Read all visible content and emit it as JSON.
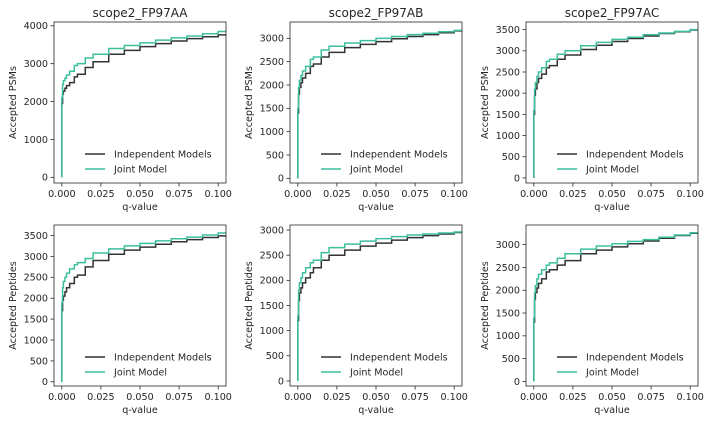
{
  "colors": {
    "independent": "#333333",
    "joint": "#3dbf9e"
  },
  "chart_data": [
    {
      "type": "line",
      "title": "scope2_FP97AA",
      "xlabel": "q-value",
      "ylabel": "Accepted PSMs",
      "xlim": [
        -0.005,
        0.105
      ],
      "ylim": [
        -150,
        4100
      ],
      "xticks": [
        0.0,
        0.025,
        0.05,
        0.075,
        0.1
      ],
      "xtick_labels": [
        "0.000",
        "0.025",
        "0.050",
        "0.075",
        "0.100"
      ],
      "yticks": [
        0,
        1000,
        2000,
        3000,
        4000
      ],
      "ytick_labels": [
        "0",
        "1000",
        "2000",
        "3000",
        "4000"
      ],
      "legend": {
        "position": "lower-right",
        "entries": [
          "Independent Models",
          "Joint Model"
        ]
      },
      "series": [
        {
          "name": "Independent Models",
          "x": [
            0,
            0,
            0.0005,
            0.001,
            0.002,
            0.003,
            0.005,
            0.008,
            0.01,
            0.015,
            0.02,
            0.03,
            0.04,
            0.05,
            0.06,
            0.07,
            0.08,
            0.09,
            0.1,
            0.105
          ],
          "y": [
            0,
            1950,
            2200,
            2280,
            2350,
            2420,
            2500,
            2650,
            2720,
            2900,
            3050,
            3250,
            3350,
            3450,
            3530,
            3600,
            3660,
            3710,
            3760,
            3770
          ]
        },
        {
          "name": "Joint Model",
          "x": [
            0,
            0,
            0.0005,
            0.001,
            0.002,
            0.003,
            0.005,
            0.008,
            0.01,
            0.015,
            0.02,
            0.03,
            0.04,
            0.05,
            0.06,
            0.07,
            0.08,
            0.09,
            0.1,
            0.105
          ],
          "y": [
            0,
            2100,
            2450,
            2550,
            2620,
            2700,
            2800,
            2950,
            3000,
            3150,
            3250,
            3400,
            3480,
            3550,
            3620,
            3680,
            3730,
            3790,
            3850,
            3880
          ]
        }
      ]
    },
    {
      "type": "line",
      "title": "scope2_FP97AB",
      "xlabel": "q-value",
      "ylabel": "Accepted PSMs",
      "xlim": [
        -0.005,
        0.105
      ],
      "ylim": [
        -100,
        3350
      ],
      "xticks": [
        0.0,
        0.025,
        0.05,
        0.075,
        0.1
      ],
      "xtick_labels": [
        "0.000",
        "0.025",
        "0.050",
        "0.075",
        "0.100"
      ],
      "yticks": [
        0,
        500,
        1000,
        1500,
        2000,
        2500,
        3000
      ],
      "ytick_labels": [
        "0",
        "500",
        "1000",
        "1500",
        "2000",
        "2500",
        "3000"
      ],
      "legend": {
        "position": "lower-right",
        "entries": [
          "Independent Models",
          "Joint Model"
        ]
      },
      "series": [
        {
          "name": "Independent Models",
          "x": [
            0,
            0,
            0.0005,
            0.001,
            0.002,
            0.003,
            0.005,
            0.008,
            0.01,
            0.015,
            0.02,
            0.03,
            0.04,
            0.05,
            0.06,
            0.07,
            0.08,
            0.09,
            0.1,
            0.105
          ],
          "y": [
            0,
            1400,
            1800,
            1950,
            2050,
            2150,
            2250,
            2400,
            2450,
            2600,
            2700,
            2800,
            2870,
            2930,
            2990,
            3040,
            3080,
            3120,
            3160,
            3180
          ]
        },
        {
          "name": "Joint Model",
          "x": [
            0,
            0,
            0.0005,
            0.001,
            0.002,
            0.003,
            0.005,
            0.008,
            0.01,
            0.015,
            0.02,
            0.03,
            0.04,
            0.05,
            0.06,
            0.07,
            0.08,
            0.09,
            0.1,
            0.105
          ],
          "y": [
            0,
            1500,
            1950,
            2100,
            2200,
            2300,
            2400,
            2550,
            2600,
            2750,
            2830,
            2900,
            2950,
            3000,
            3040,
            3080,
            3110,
            3140,
            3170,
            3190
          ]
        }
      ]
    },
    {
      "type": "line",
      "title": "scope2_FP97AC",
      "xlabel": "q-value",
      "ylabel": "Accepted PSMs",
      "xlim": [
        -0.005,
        0.105
      ],
      "ylim": [
        -120,
        3680
      ],
      "xticks": [
        0.0,
        0.025,
        0.05,
        0.075,
        0.1
      ],
      "xtick_labels": [
        "0.000",
        "0.025",
        "0.050",
        "0.075",
        "0.100"
      ],
      "yticks": [
        0,
        500,
        1000,
        1500,
        2000,
        2500,
        3000,
        3500
      ],
      "ytick_labels": [
        "0",
        "500",
        "1000",
        "1500",
        "2000",
        "2500",
        "3000",
        "3500"
      ],
      "legend": {
        "position": "lower-right",
        "entries": [
          "Independent Models",
          "Joint Model"
        ]
      },
      "series": [
        {
          "name": "Independent Models",
          "x": [
            0,
            0,
            0.0005,
            0.001,
            0.002,
            0.003,
            0.005,
            0.008,
            0.01,
            0.015,
            0.02,
            0.03,
            0.04,
            0.05,
            0.06,
            0.07,
            0.08,
            0.09,
            0.1,
            0.105
          ],
          "y": [
            0,
            1500,
            1950,
            2100,
            2250,
            2350,
            2450,
            2600,
            2650,
            2800,
            2900,
            3030,
            3130,
            3220,
            3290,
            3350,
            3410,
            3450,
            3490,
            3500
          ]
        },
        {
          "name": "Joint Model",
          "x": [
            0,
            0,
            0.0005,
            0.001,
            0.002,
            0.003,
            0.005,
            0.008,
            0.01,
            0.015,
            0.02,
            0.03,
            0.04,
            0.05,
            0.06,
            0.07,
            0.08,
            0.09,
            0.1,
            0.105
          ],
          "y": [
            0,
            1600,
            2100,
            2250,
            2400,
            2500,
            2600,
            2750,
            2800,
            2920,
            3000,
            3120,
            3200,
            3270,
            3320,
            3380,
            3420,
            3460,
            3500,
            3520
          ]
        }
      ]
    },
    {
      "type": "line",
      "title": "",
      "xlabel": "q-value",
      "ylabel": "Accepted Peptides",
      "xlim": [
        -0.005,
        0.105
      ],
      "ylim": [
        -100,
        3750
      ],
      "xticks": [
        0.0,
        0.025,
        0.05,
        0.075,
        0.1
      ],
      "xtick_labels": [
        "0.000",
        "0.025",
        "0.050",
        "0.075",
        "0.100"
      ],
      "yticks": [
        0,
        500,
        1000,
        1500,
        2000,
        2500,
        3000,
        3500
      ],
      "ytick_labels": [
        "0",
        "500",
        "1000",
        "1500",
        "2000",
        "2500",
        "3000",
        "3500"
      ],
      "legend": {
        "position": "lower-right",
        "entries": [
          "Independent Models",
          "Joint Model"
        ]
      },
      "series": [
        {
          "name": "Independent Models",
          "x": [
            0,
            0,
            0.0005,
            0.001,
            0.002,
            0.003,
            0.005,
            0.008,
            0.01,
            0.015,
            0.02,
            0.03,
            0.04,
            0.05,
            0.06,
            0.07,
            0.08,
            0.09,
            0.1,
            0.105
          ],
          "y": [
            0,
            1700,
            1950,
            2050,
            2150,
            2250,
            2350,
            2500,
            2550,
            2750,
            2900,
            3050,
            3150,
            3220,
            3290,
            3350,
            3400,
            3450,
            3490,
            3500
          ]
        },
        {
          "name": "Joint Model",
          "x": [
            0,
            0,
            0.0005,
            0.001,
            0.002,
            0.003,
            0.005,
            0.008,
            0.01,
            0.015,
            0.02,
            0.03,
            0.04,
            0.05,
            0.06,
            0.07,
            0.08,
            0.09,
            0.1,
            0.105
          ],
          "y": [
            0,
            1900,
            2250,
            2400,
            2500,
            2600,
            2700,
            2800,
            2850,
            2950,
            3080,
            3180,
            3250,
            3310,
            3370,
            3420,
            3460,
            3510,
            3560,
            3580
          ]
        }
      ]
    },
    {
      "type": "line",
      "title": "",
      "xlabel": "q-value",
      "ylabel": "Accepted Peptides",
      "xlim": [
        -0.005,
        0.105
      ],
      "ylim": [
        -100,
        3100
      ],
      "xticks": [
        0.0,
        0.025,
        0.05,
        0.075,
        0.1
      ],
      "xtick_labels": [
        "0.000",
        "0.025",
        "0.050",
        "0.075",
        "0.100"
      ],
      "yticks": [
        0,
        500,
        1000,
        1500,
        2000,
        2500,
        3000
      ],
      "ytick_labels": [
        "0",
        "500",
        "1000",
        "1500",
        "2000",
        "2500",
        "3000"
      ],
      "legend": {
        "position": "lower-right",
        "entries": [
          "Independent Models",
          "Joint Model"
        ]
      },
      "series": [
        {
          "name": "Independent Models",
          "x": [
            0,
            0,
            0.0005,
            0.001,
            0.002,
            0.003,
            0.005,
            0.008,
            0.01,
            0.015,
            0.02,
            0.03,
            0.04,
            0.05,
            0.06,
            0.07,
            0.08,
            0.09,
            0.1,
            0.105
          ],
          "y": [
            0,
            1200,
            1600,
            1750,
            1850,
            1950,
            2050,
            2150,
            2250,
            2400,
            2500,
            2600,
            2680,
            2740,
            2800,
            2850,
            2890,
            2920,
            2950,
            2960
          ]
        },
        {
          "name": "Joint Model",
          "x": [
            0,
            0,
            0.0005,
            0.001,
            0.002,
            0.003,
            0.005,
            0.008,
            0.01,
            0.015,
            0.02,
            0.03,
            0.04,
            0.05,
            0.06,
            0.07,
            0.08,
            0.09,
            0.1,
            0.105
          ],
          "y": [
            0,
            1300,
            1800,
            1950,
            2050,
            2150,
            2250,
            2350,
            2400,
            2550,
            2650,
            2720,
            2780,
            2830,
            2870,
            2900,
            2920,
            2940,
            2960,
            2970
          ]
        }
      ]
    },
    {
      "type": "line",
      "title": "",
      "xlabel": "q-value",
      "ylabel": "Accepted Peptides",
      "xlim": [
        -0.005,
        0.105
      ],
      "ylim": [
        -100,
        3430
      ],
      "xticks": [
        0.0,
        0.025,
        0.05,
        0.075,
        0.1
      ],
      "xtick_labels": [
        "0.000",
        "0.025",
        "0.050",
        "0.075",
        "0.100"
      ],
      "yticks": [
        0,
        500,
        1000,
        1500,
        2000,
        2500,
        3000
      ],
      "ytick_labels": [
        "0",
        "500",
        "1000",
        "1500",
        "2000",
        "2500",
        "3000"
      ],
      "legend": {
        "position": "lower-right",
        "entries": [
          "Independent Models",
          "Joint Model"
        ]
      },
      "series": [
        {
          "name": "Independent Models",
          "x": [
            0,
            0,
            0.0005,
            0.001,
            0.002,
            0.003,
            0.005,
            0.008,
            0.01,
            0.015,
            0.02,
            0.03,
            0.04,
            0.05,
            0.06,
            0.07,
            0.08,
            0.09,
            0.1,
            0.105
          ],
          "y": [
            0,
            1300,
            1800,
            1950,
            2050,
            2150,
            2250,
            2400,
            2450,
            2550,
            2650,
            2800,
            2880,
            2950,
            3020,
            3080,
            3140,
            3200,
            3250,
            3260
          ]
        },
        {
          "name": "Joint Model",
          "x": [
            0,
            0,
            0.0005,
            0.001,
            0.002,
            0.003,
            0.005,
            0.008,
            0.01,
            0.015,
            0.02,
            0.03,
            0.04,
            0.05,
            0.06,
            0.07,
            0.08,
            0.09,
            0.1,
            0.105
          ],
          "y": [
            0,
            1400,
            1950,
            2100,
            2250,
            2350,
            2450,
            2550,
            2600,
            2700,
            2800,
            2900,
            2970,
            3020,
            3070,
            3110,
            3160,
            3210,
            3260,
            3280
          ]
        }
      ]
    }
  ]
}
